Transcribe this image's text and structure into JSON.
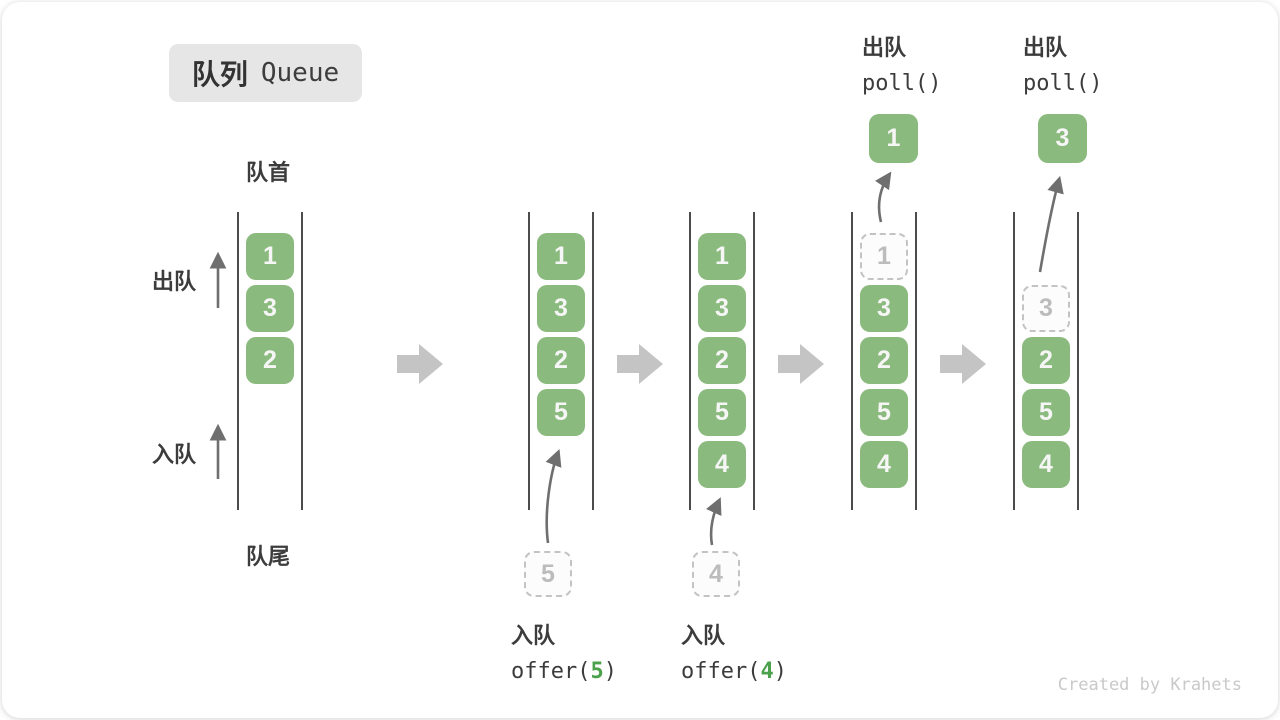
{
  "title": {
    "zh": "队列",
    "en": "Queue"
  },
  "labels": {
    "front": "队首",
    "rear": "队尾",
    "dequeue": "出队",
    "enqueue": "入队"
  },
  "queues": [
    {
      "name": "state-1",
      "slots": [
        {
          "value": "1",
          "slot": 1,
          "type": "green"
        },
        {
          "value": "3",
          "slot": 2,
          "type": "green"
        },
        {
          "value": "2",
          "slot": 3,
          "type": "green"
        }
      ]
    },
    {
      "name": "state-2",
      "slots": [
        {
          "value": "1",
          "slot": 1,
          "type": "green"
        },
        {
          "value": "3",
          "slot": 2,
          "type": "green"
        },
        {
          "value": "2",
          "slot": 3,
          "type": "green"
        },
        {
          "value": "5",
          "slot": 4,
          "type": "green"
        }
      ]
    },
    {
      "name": "state-3",
      "slots": [
        {
          "value": "1",
          "slot": 1,
          "type": "green"
        },
        {
          "value": "3",
          "slot": 2,
          "type": "green"
        },
        {
          "value": "2",
          "slot": 3,
          "type": "green"
        },
        {
          "value": "5",
          "slot": 4,
          "type": "green"
        },
        {
          "value": "4",
          "slot": 5,
          "type": "green"
        }
      ]
    },
    {
      "name": "state-4",
      "slots": [
        {
          "value": "1",
          "slot": 1,
          "type": "dashed"
        },
        {
          "value": "3",
          "slot": 2,
          "type": "green"
        },
        {
          "value": "2",
          "slot": 3,
          "type": "green"
        },
        {
          "value": "5",
          "slot": 4,
          "type": "green"
        },
        {
          "value": "4",
          "slot": 5,
          "type": "green"
        }
      ]
    },
    {
      "name": "state-5",
      "slots": [
        {
          "value": "3",
          "slot": 2,
          "type": "dashed"
        },
        {
          "value": "2",
          "slot": 3,
          "type": "green"
        },
        {
          "value": "5",
          "slot": 4,
          "type": "green"
        },
        {
          "value": "4",
          "slot": 5,
          "type": "green"
        }
      ]
    }
  ],
  "annotations": {
    "offer5": {
      "label": "入队",
      "fn_prefix": "offer(",
      "arg": "5",
      "fn_suffix": ")",
      "staged_value": "5"
    },
    "offer4": {
      "label": "入队",
      "fn_prefix": "offer(",
      "arg": "4",
      "fn_suffix": ")",
      "staged_value": "4"
    },
    "poll1": {
      "label": "出队",
      "fn": "poll()",
      "value": "1"
    },
    "poll3": {
      "label": "出队",
      "fn": "poll()",
      "value": "3"
    }
  },
  "watermark": "Created by Krahets",
  "colors": {
    "box_green": "#8ABA7D",
    "arg_green": "#4CA14C",
    "box_text": "#F6F6F6",
    "dashed_border": "#C3C3C3",
    "dashed_text": "#BCBCBC",
    "queue_line": "#4C4C4C",
    "label_text": "#3C3C3C",
    "block_arrow": "#C4C4C4",
    "curve_arrow": "#6F6F6F",
    "title_bg": "#E6E6E6",
    "watermark": "#C9C9C9"
  }
}
